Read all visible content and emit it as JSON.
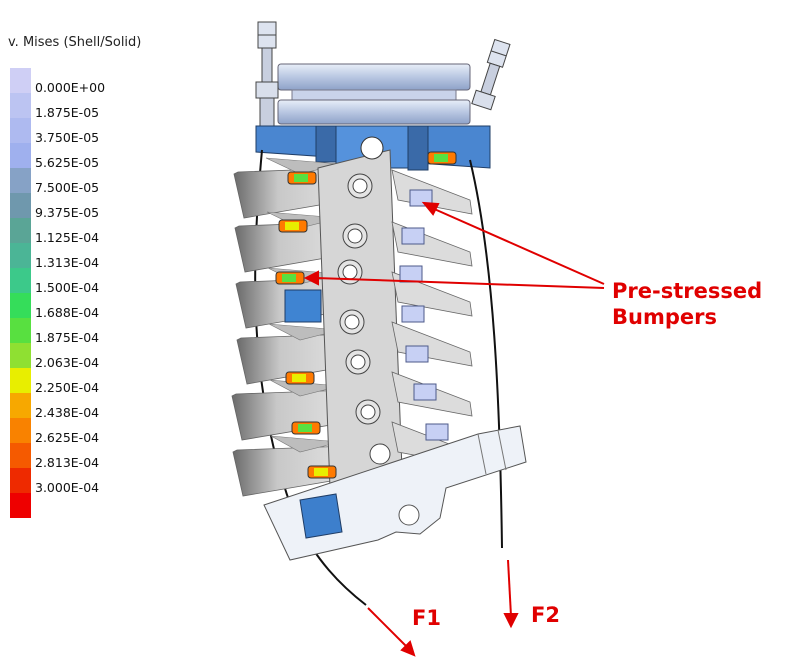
{
  "legend": {
    "title": "v. Mises (Shell/Solid)",
    "ticks": [
      "0.000E+00",
      "1.875E-05",
      "3.750E-05",
      "5.625E-05",
      "7.500E-05",
      "9.375E-05",
      "1.125E-04",
      "1.313E-04",
      "1.500E-04",
      "1.688E-04",
      "1.875E-04",
      "2.063E-04",
      "2.250E-04",
      "2.438E-04",
      "2.625E-04",
      "2.813E-04",
      "3.000E-04"
    ],
    "colors": [
      "#cfcff5",
      "#bcc4f2",
      "#aebaf0",
      "#9fb0ee",
      "#86a2c6",
      "#6f98ad",
      "#5aa596",
      "#4bb596",
      "#3cc98a",
      "#35dd5a",
      "#58e040",
      "#8fe032",
      "#e8ee00",
      "#f7a800",
      "#f98200",
      "#f55a00",
      "#ee2a00",
      "#ee0000"
    ]
  },
  "callouts": {
    "bumpers_line1": "Pre-stressed",
    "bumpers_line2": "Bumpers",
    "f1": "F1",
    "f2": "F2"
  }
}
